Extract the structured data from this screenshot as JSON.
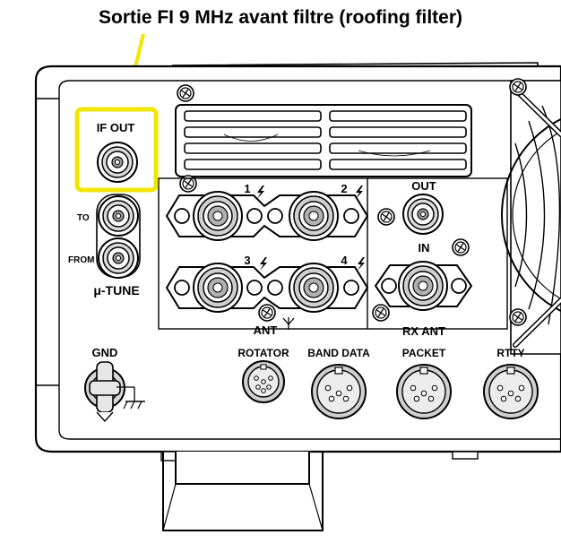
{
  "caption": "Sortie FI 9 MHz avant filtre (roofing filter)",
  "labels": {
    "if_out": "IF OUT",
    "to": "TO",
    "from": "FROM",
    "mu_tune": "μ-TUNE",
    "gnd": "GND",
    "ant": "ANT",
    "ant1": "1",
    "ant2": "2",
    "ant3": "3",
    "ant4": "4",
    "rx_out": "OUT",
    "rx_in": "IN",
    "rx_ant": "RX ANT",
    "rotator": "ROTATOR",
    "band_data": "BAND DATA",
    "packet": "PACKET",
    "rtty": "RTTY"
  },
  "colors": {
    "highlight": "#f2e600",
    "line": "#000000",
    "panel": "#ffffff"
  },
  "icons": {
    "antenna": "antenna-symbol-icon",
    "lightning": "lightning-bolt-icon",
    "ground": "ground-symbol-icon"
  }
}
